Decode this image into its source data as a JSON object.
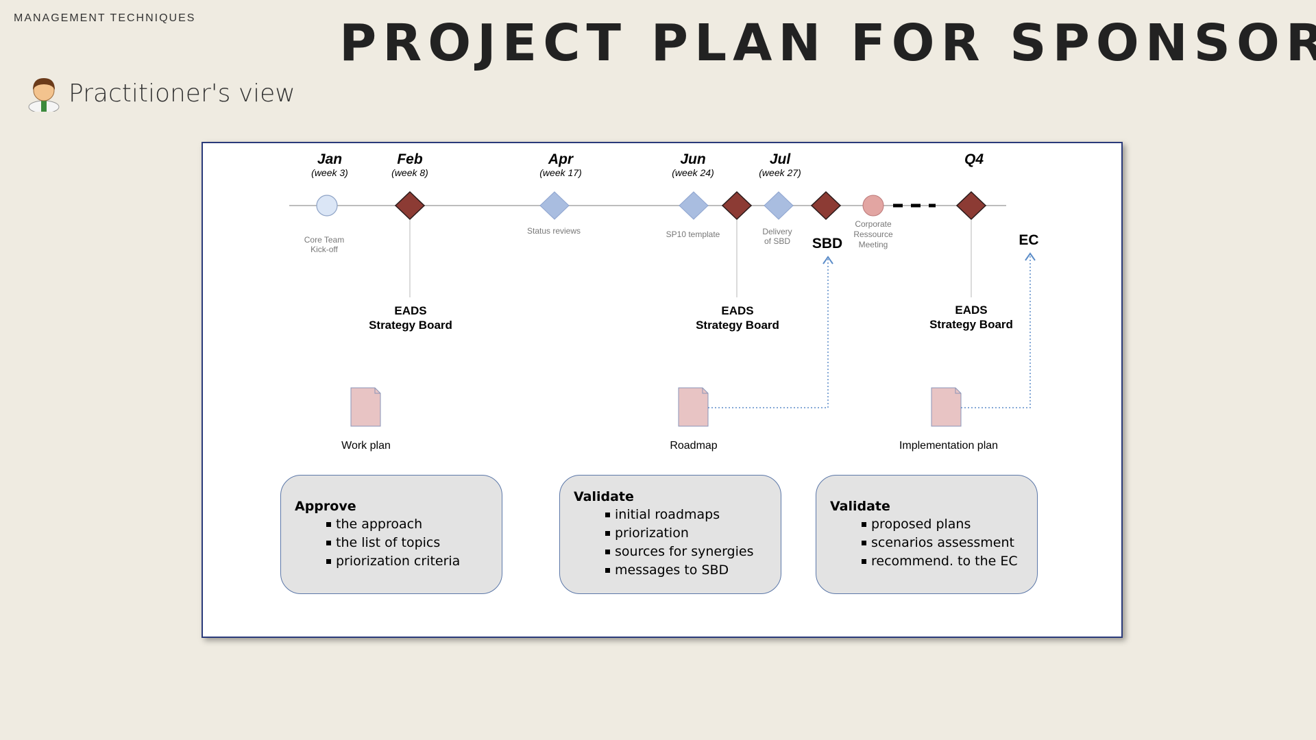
{
  "header": {
    "kicker": "MANAGEMENT TECHNIQUES",
    "title": "PROJECT PLAN FOR SPONSOR",
    "subtitle": "Practitioner's view",
    "avatar_icon": "practitioner-avatar-icon"
  },
  "timeline": {
    "months": [
      {
        "label": "Jan",
        "week": "(week 3)"
      },
      {
        "label": "Feb",
        "week": "(week 8)"
      },
      {
        "label": "Apr",
        "week": "(week 17)"
      },
      {
        "label": "Jun",
        "week": "(week 24)"
      },
      {
        "label": "Jul",
        "week": "(week 27)"
      },
      {
        "label": "Q4",
        "week": ""
      }
    ],
    "milestone_labels": {
      "kickoff": [
        "Core Team",
        "Kick-off"
      ],
      "status": "Status reviews",
      "sp10": "SP10 template",
      "delivery": [
        "Delivery",
        "of SBD"
      ],
      "corporate": [
        "Corporate",
        "Ressource",
        "Meeting"
      ]
    },
    "sbd": "SBD",
    "ec": "EC",
    "board_lines": [
      "EADS",
      "Strategy Board"
    ]
  },
  "documents": [
    "Work plan",
    "Roadmap",
    "Implementation plan"
  ],
  "boxes": [
    {
      "title": "Approve",
      "items": [
        "the approach",
        "the  list of topics",
        "priorization criteria"
      ]
    },
    {
      "title": "Validate",
      "items": [
        "initial roadmaps",
        "priorization",
        "sources for synergies",
        "messages to SBD"
      ]
    },
    {
      "title": "Validate",
      "items": [
        "proposed plans",
        "scenarios assessment",
        "recommend. to the EC"
      ]
    }
  ],
  "colors": {
    "milestone_dark": "#8c3b34",
    "milestone_light": "#a9bde0",
    "meeting_circle": "#e2a5a2",
    "document_fill": "#e8c4c4",
    "arrow_blue": "#5b8cc8",
    "panel_border": "#2a3a7a"
  }
}
